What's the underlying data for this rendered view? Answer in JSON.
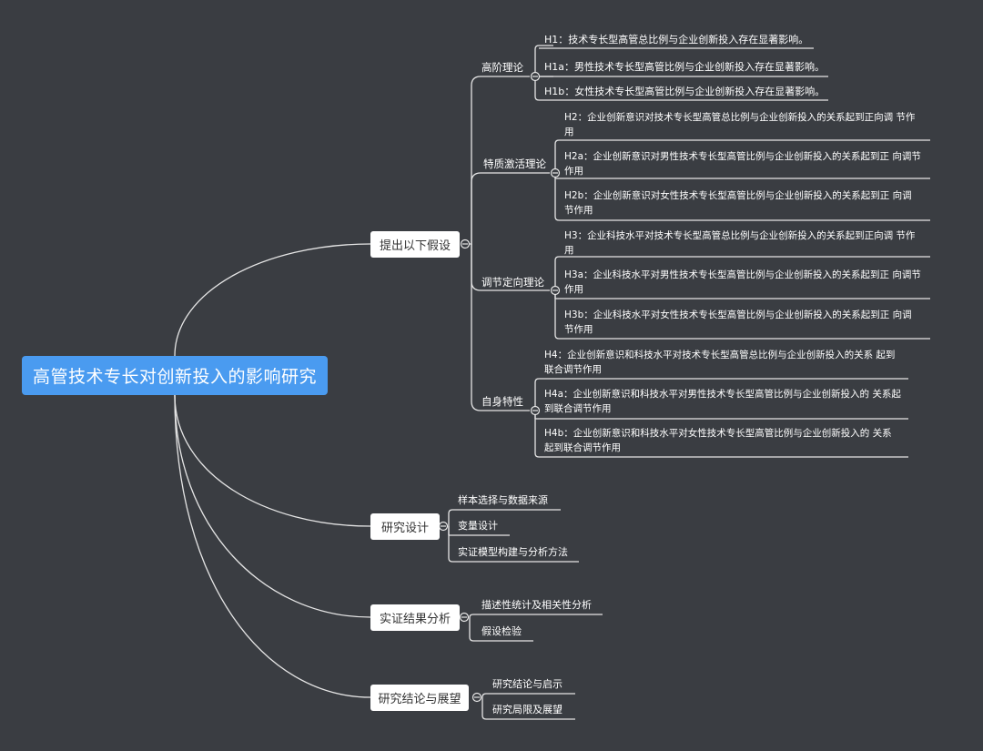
{
  "root": "高管技术专长对创新投入的影响研究",
  "branches": [
    {
      "label": "提出以下假设",
      "groups": [
        {
          "label": "高阶理论",
          "items": [
            "H1：技术专长型高管总比例与企业创新投入存在显著影响。",
            "H1a：男性技术专长型高管比例与企业创新投入存在显著影响。",
            "H1b：女性技术专长型高管比例与企业创新投入存在显著影响。"
          ]
        },
        {
          "label": "特质激活理论",
          "items": [
            "H2：企业创新意识对技术专长型高管总比例与企业创新投入的关系起到正向调 节作用",
            "H2a：企业创新意识对男性技术专长型高管比例与企业创新投入的关系起到正 向调节作用",
            "H2b：企业创新意识对女性技术专长型高管比例与企业创新投入的关系起到正 向调节作用"
          ]
        },
        {
          "label": "调节定向理论",
          "items": [
            "H3：企业科技水平对技术专长型高管总比例与企业创新投入的关系起到正向调 节作用",
            "H3a：企业科技水平对男性技术专长型高管比例与企业创新投入的关系起到正 向调节作用",
            "H3b：企业科技水平对女性技术专长型高管比例与企业创新投入的关系起到正 向调节作用"
          ]
        },
        {
          "label": "自身特性",
          "items": [
            "H4：企业创新意识和科技水平对技术专长型高管总比例与企业创新投入的关系 起到联合调节作用",
            "H4a：企业创新意识和科技水平对男性技术专长型高管比例与企业创新投入的 关系起到联合调节作用",
            "H4b：企业创新意识和科技水平对女性技术专长型高管比例与企业创新投入的 关系起到联合调节作用"
          ]
        }
      ]
    },
    {
      "label": "研究设计",
      "items": [
        "样本选择与数据来源",
        "变量设计",
        "实证模型构建与分析方法"
      ]
    },
    {
      "label": "实证结果分析",
      "items": [
        "描述性统计及相关性分析",
        "假设检验"
      ]
    },
    {
      "label": "研究结论与展望",
      "items": [
        "研究结论与启示",
        "研究局限及展望"
      ]
    }
  ]
}
